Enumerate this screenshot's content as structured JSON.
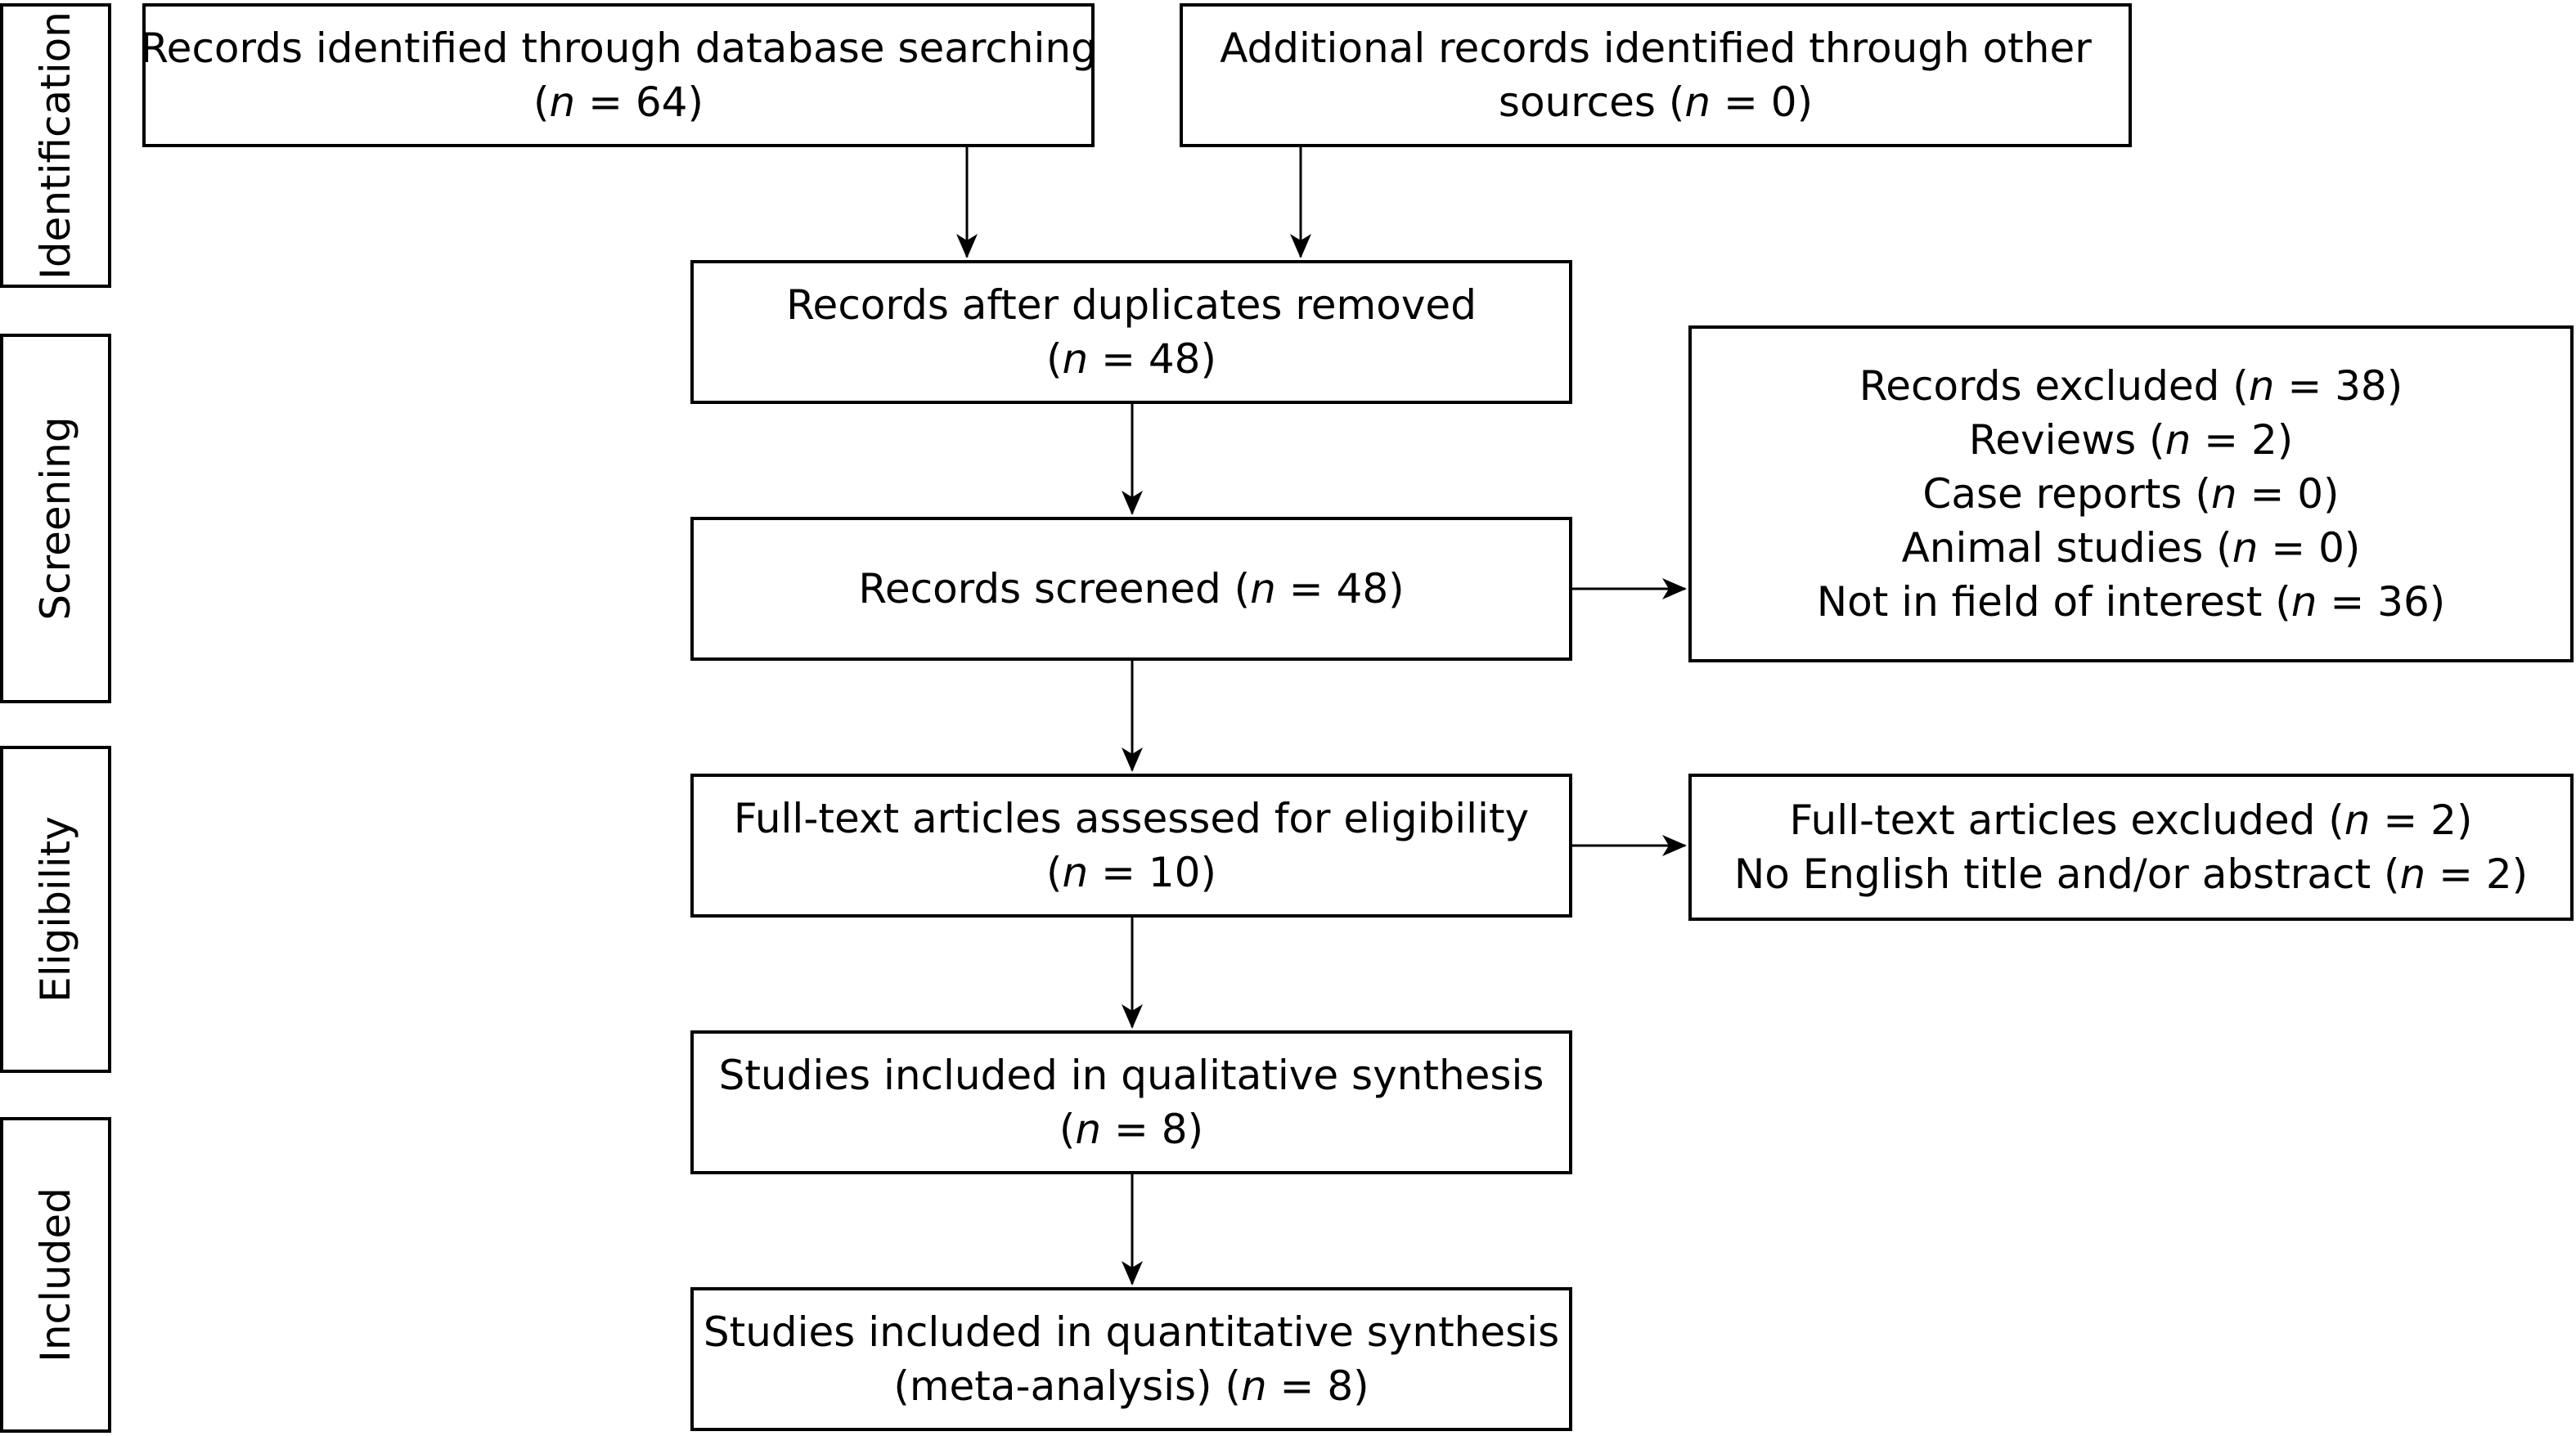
{
  "stages": [
    {
      "label": "Identification"
    },
    {
      "label": "Screening"
    },
    {
      "label": "Eligibility"
    },
    {
      "label": "Included"
    }
  ],
  "boxes": {
    "database": {
      "line1": "Records identified through database searching",
      "n": "64"
    },
    "other": {
      "line1": "Additional records identified through other",
      "line2pre": "sources (",
      "n": "0"
    },
    "duplicates": {
      "line1": "Records after duplicates removed",
      "n": "48"
    },
    "screened": {
      "line1pre": "Records screened (",
      "n": "48"
    },
    "excluded": {
      "items": [
        {
          "label": "Records excluded (",
          "n": "38"
        },
        {
          "label": "Reviews (",
          "n": "2"
        },
        {
          "label": "Case reports (",
          "n": "0"
        },
        {
          "label": "Animal studies (",
          "n": "0"
        },
        {
          "label": "Not in field of interest (",
          "n": "36"
        }
      ]
    },
    "fulltext": {
      "line1": "Full-text articles assessed for eligibility",
      "n": "10"
    },
    "fulltext_excluded": {
      "items": [
        {
          "label": "Full-text articles excluded (",
          "n": "2"
        },
        {
          "label": "No English title and/or abstract (",
          "n": "2"
        }
      ]
    },
    "qualitative": {
      "line1": "Studies included in qualitative synthesis",
      "n": "8"
    },
    "quantitative": {
      "line1": "Studies included in quantitative synthesis",
      "line2pre": "(meta-analysis) (",
      "n": "8"
    }
  },
  "labels": {
    "n_symbol": "n",
    "eq": " = ",
    "open": "(",
    "close": ")"
  }
}
